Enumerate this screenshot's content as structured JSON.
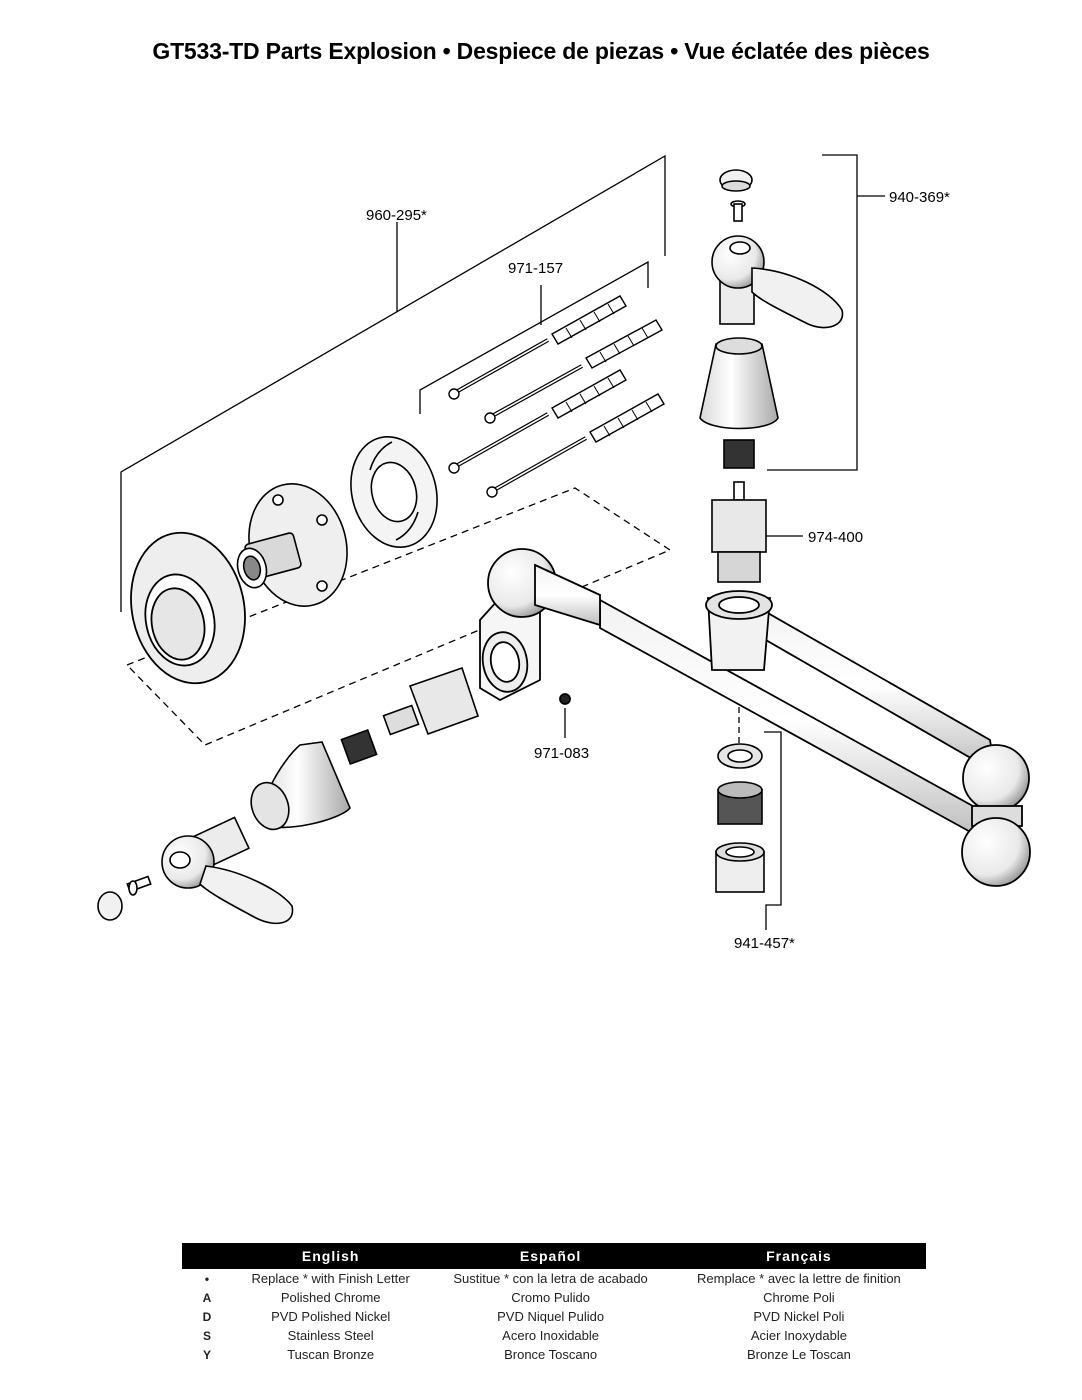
{
  "title": "GT533-TD Parts Explosion • Despiece de piezas • Vue éclatée des pièces",
  "callouts": {
    "p960_295": "960-295*",
    "p971_157": "971-157",
    "p940_369": "940-369*",
    "p974_400": "974-400",
    "p971_083": "971-083",
    "p941_457": "941-457*"
  },
  "legend": {
    "headers": [
      "English",
      "Español",
      "Français"
    ],
    "rows": [
      {
        "code": "•",
        "en": "Replace * with Finish Letter",
        "es": "Sustitue * con la letra de acabado",
        "fr": "Remplace * avec la lettre de finition"
      },
      {
        "code": "A",
        "en": "Polished Chrome",
        "es": "Cromo Pulido",
        "fr": "Chrome Poli"
      },
      {
        "code": "D",
        "en": "PVD Polished Nickel",
        "es": "PVD Niquel Pulido",
        "fr": "PVD Nickel Poli"
      },
      {
        "code": "S",
        "en": "Stainless Steel",
        "es": "Acero Inoxidable",
        "fr": "Acier Inoxydable"
      },
      {
        "code": "Y",
        "en": "Tuscan Bronze",
        "es": "Bronce Toscano",
        "fr": "Bronze Le Toscan"
      }
    ]
  }
}
